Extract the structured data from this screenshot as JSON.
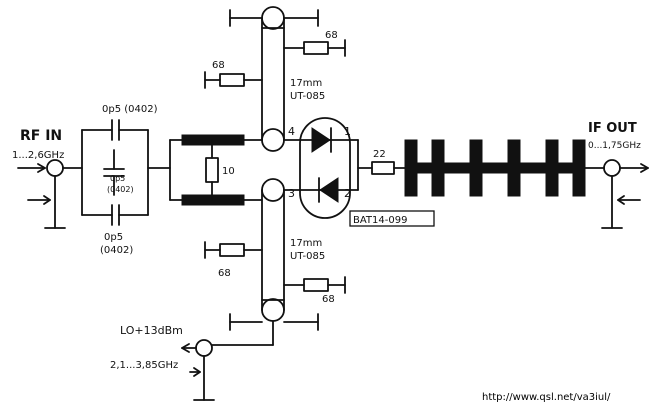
{
  "labels": {
    "rf_in": "RF IN",
    "rf_in_range": "1...2,6GHz",
    "cap_top": "0p5 (0402)",
    "cap_mid_a": "0p5",
    "cap_mid_b": "(0402)",
    "cap_bot_a": "0p5",
    "cap_bot_b": "(0402)",
    "res_68_left_top": "68",
    "res_10": "10",
    "res_68_left_bottom": "68",
    "res_68_right_top": "68",
    "res_68_right_bottom": "68",
    "cable_top_a": "17mm",
    "cable_top_b": "UT-085",
    "cable_bot_a": "17mm",
    "cable_bot_b": "UT-085",
    "pin_4": "4",
    "pin_1": "1",
    "pin_3": "3",
    "pin_2": "2",
    "res_22": "22",
    "diode_part": "BAT14-099",
    "if_out": "IF OUT",
    "if_out_range": "0...1,75GHz",
    "lo_level": "LO+13dBm",
    "lo_range": "2,1...3,85GHz",
    "url": "http://www.qsl.net/va3iul/"
  }
}
